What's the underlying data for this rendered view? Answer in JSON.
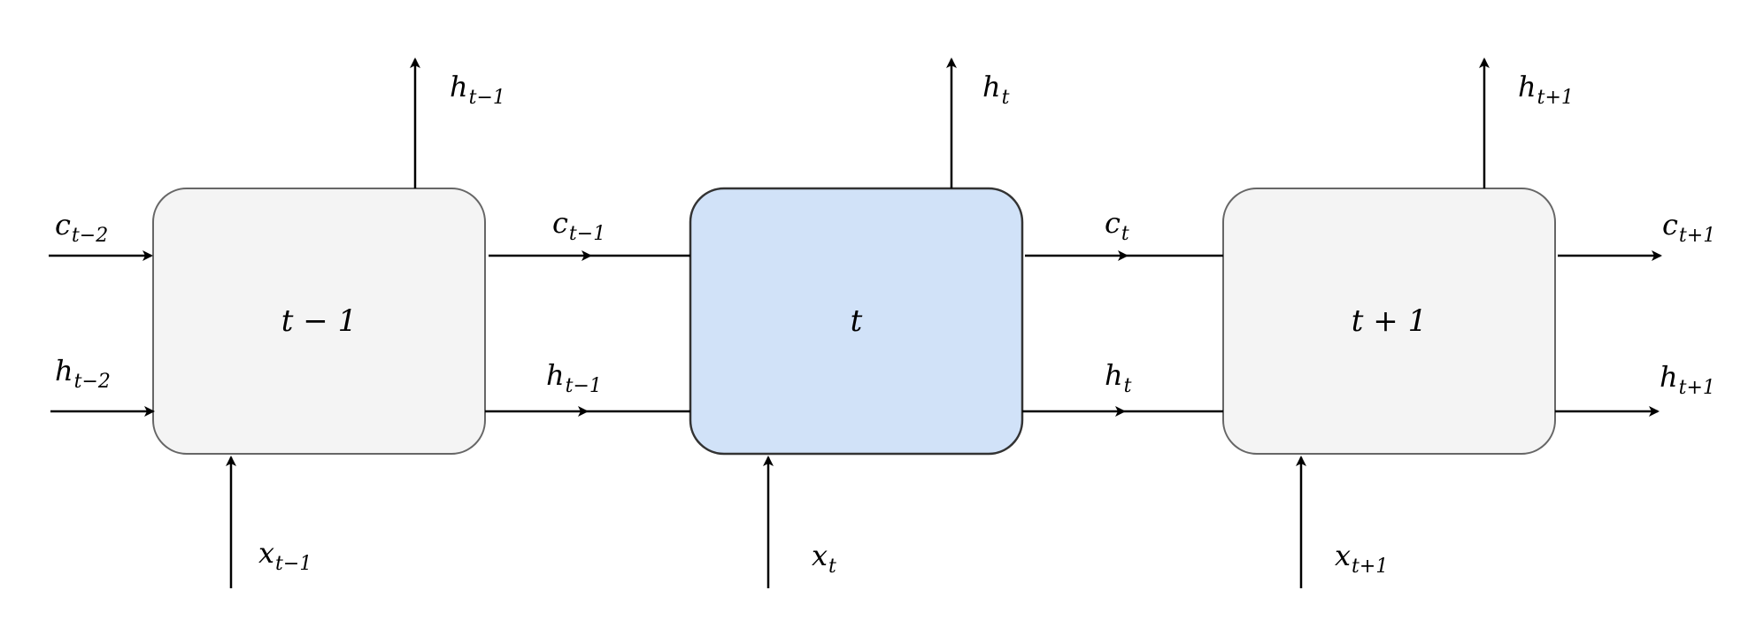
{
  "cells": [
    {
      "label": "t − 1",
      "fill": "#f4f4f4",
      "stroke": "#666666",
      "highlighted": false
    },
    {
      "label": "t",
      "fill": "#d1e2f8",
      "stroke": "#333333",
      "highlighted": true
    },
    {
      "label": "t + 1",
      "fill": "#f4f4f4",
      "stroke": "#666666",
      "highlighted": false
    }
  ],
  "labels": {
    "c_in": {
      "base": "c",
      "sub": "t−2"
    },
    "h_in": {
      "base": "h",
      "sub": "t−2"
    },
    "c_1": {
      "base": "c",
      "sub": "t−1"
    },
    "h_1": {
      "base": "h",
      "sub": "t−1"
    },
    "c_2": {
      "base": "c",
      "sub": "t"
    },
    "h_2": {
      "base": "h",
      "sub": "t"
    },
    "c_out": {
      "base": "c",
      "sub": "t+1"
    },
    "h_out": {
      "base": "h",
      "sub": "t+1"
    },
    "out_0": {
      "base": "h",
      "sub": "t−1"
    },
    "out_1": {
      "base": "h",
      "sub": "t"
    },
    "out_2": {
      "base": "h",
      "sub": "t+1"
    },
    "x_0": {
      "base": "x",
      "sub": "t−1"
    },
    "x_1": {
      "base": "x",
      "sub": "t"
    },
    "x_2": {
      "base": "x",
      "sub": "t+1"
    }
  },
  "colors": {
    "arrow": "#000000"
  }
}
